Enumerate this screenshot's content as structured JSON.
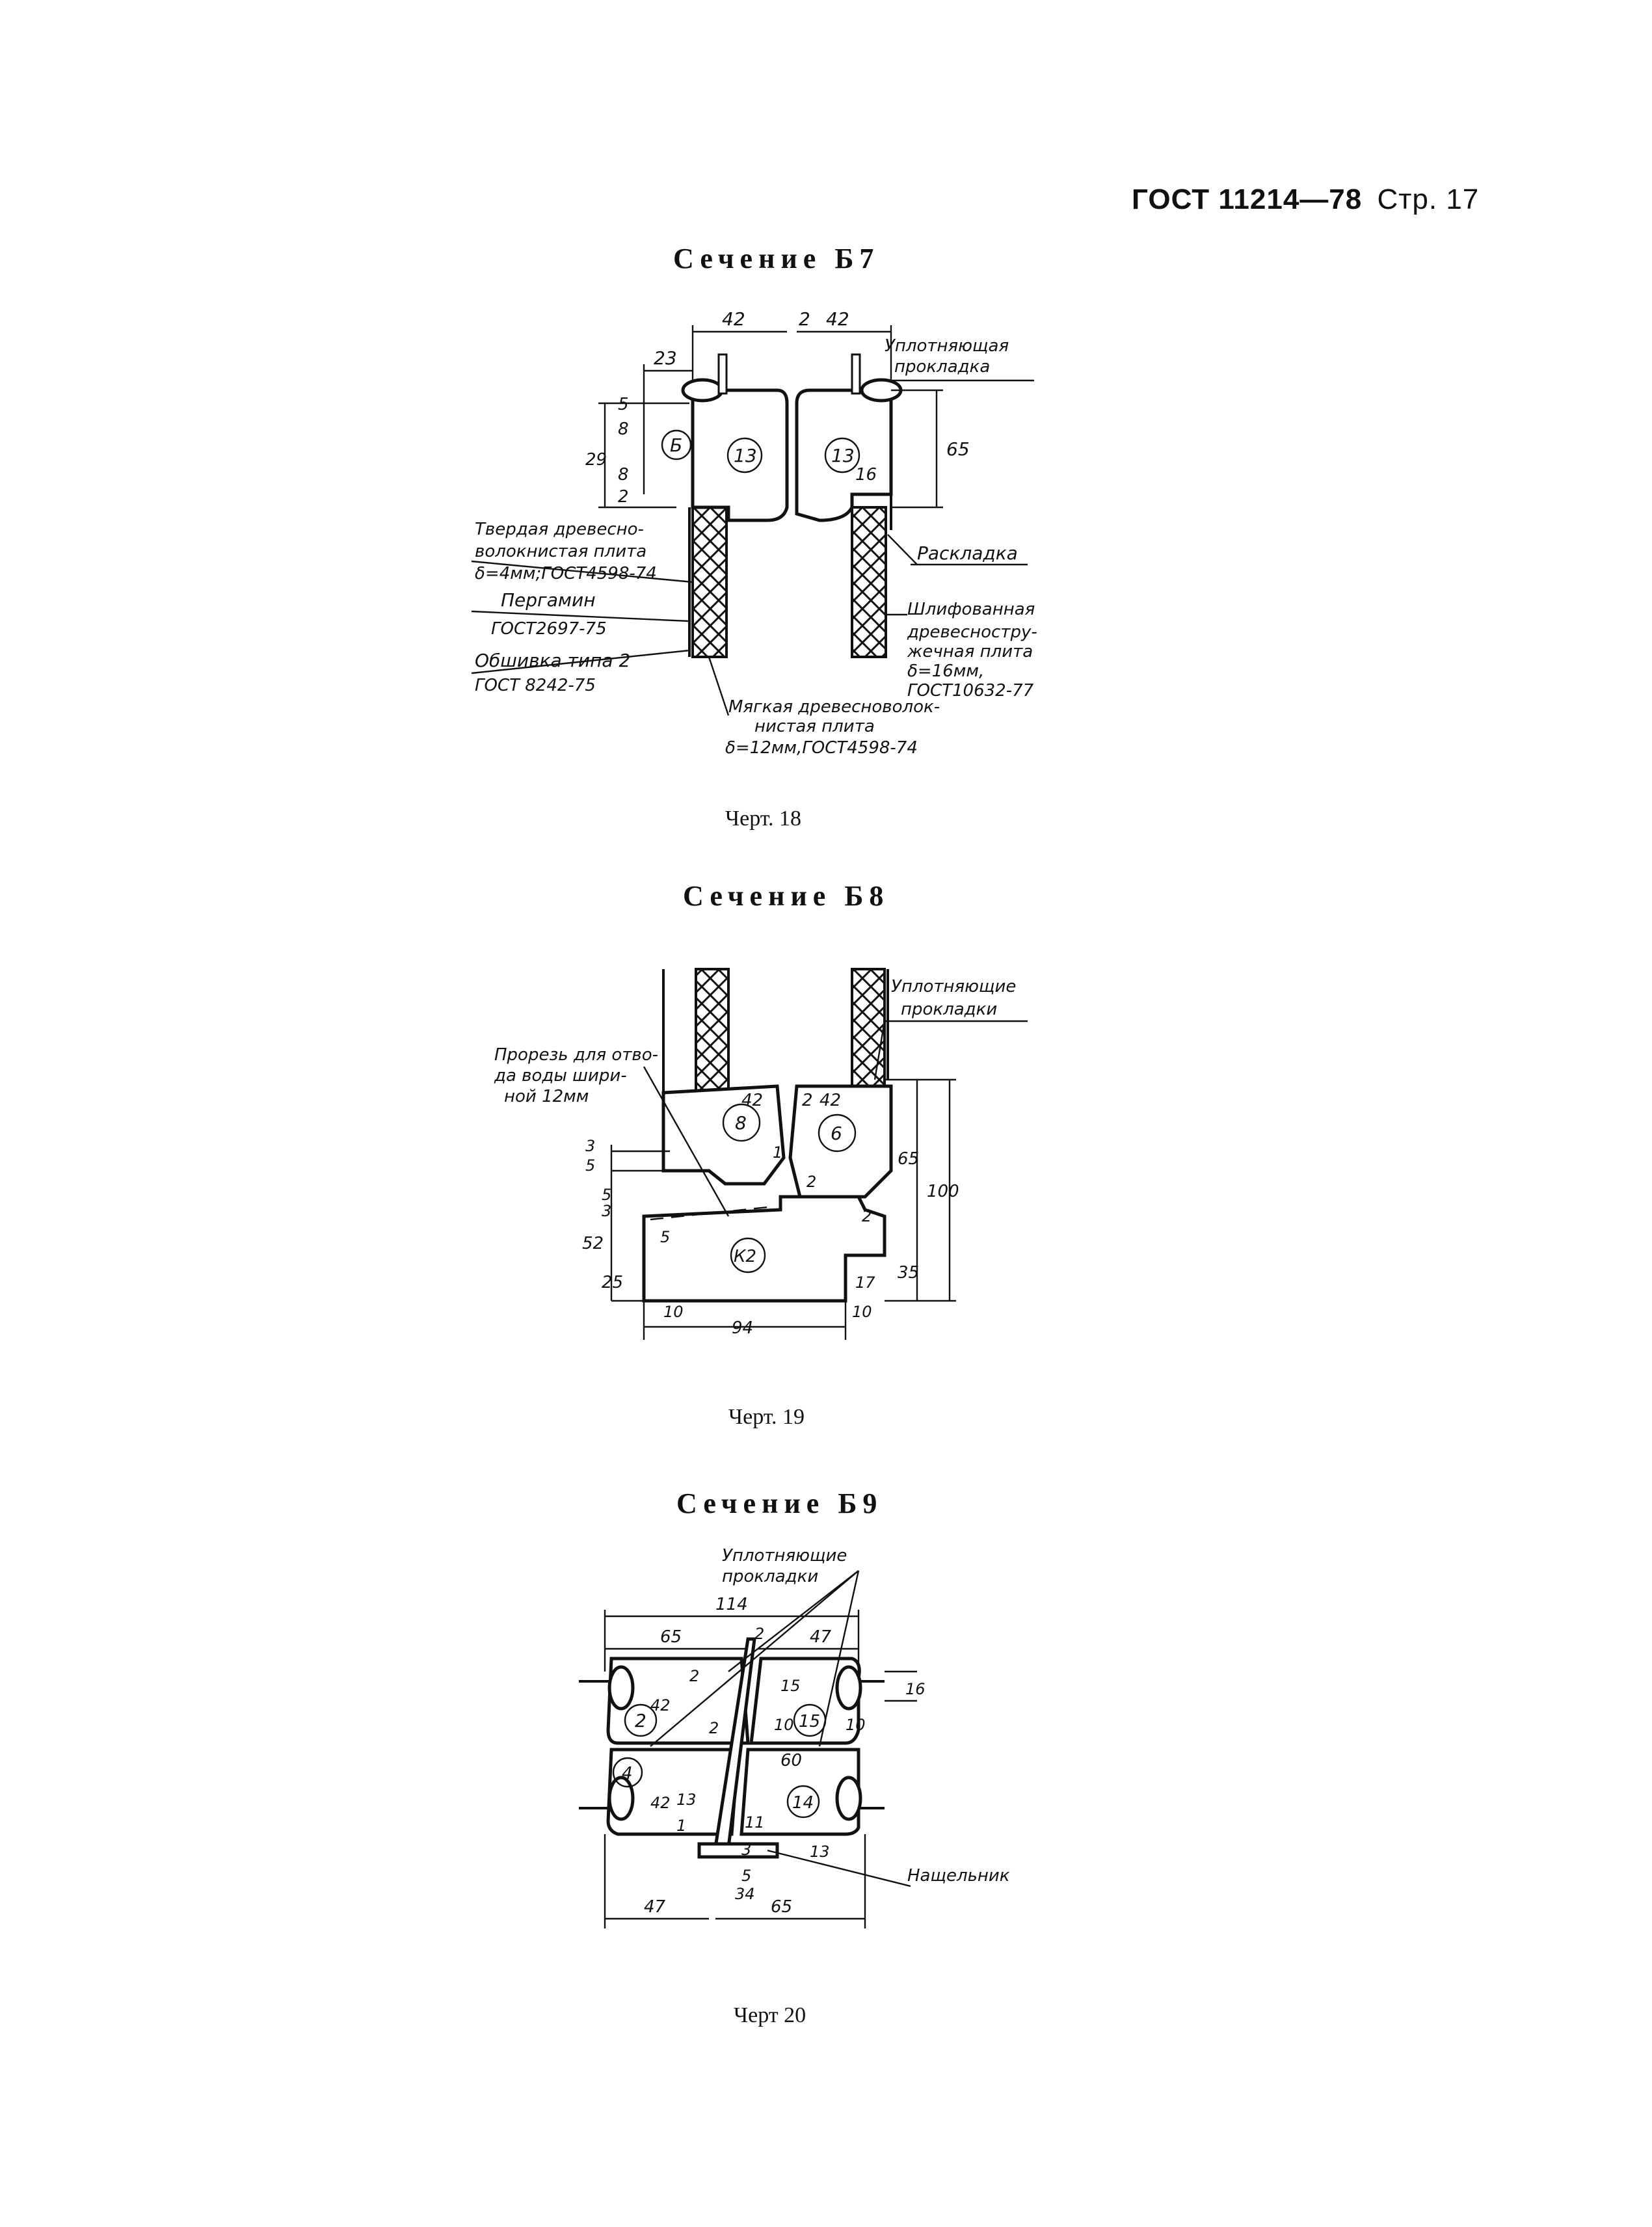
{
  "header": {
    "gost": "ГОСТ 11214—78",
    "page": "Стр. 17"
  },
  "fig18": {
    "title": "Сечение Б7",
    "caption": "Черт. 18",
    "dims": [
      "42",
      "2",
      "42",
      "23",
      "5",
      "8",
      "29",
      "8",
      "2",
      "16",
      "65"
    ],
    "markers": [
      "Б",
      "13",
      "13"
    ],
    "labels": {
      "seal": [
        "Уплотняющая",
        "прокладка"
      ],
      "hardboard": [
        "Твердая древесно-",
        "волокнистая плита",
        "δ=4мм;ГОСТ4598-74"
      ],
      "pergamin": [
        "Пергамин",
        "ГОСТ2697-75"
      ],
      "cladding": [
        "Обшивка типа 2",
        "ГОСТ 8242-75"
      ],
      "batten": [
        "Раскладка"
      ],
      "chipboard": [
        "Шлифованная",
        "древесностру-",
        "жечная плита",
        "δ=16мм,",
        "ГОСТ10632-77"
      ],
      "softboard": [
        "Мягкая древесноволок-",
        "нистая плита",
        "δ=12мм,ГОСТ4598-74"
      ]
    }
  },
  "fig19": {
    "title": "Сечение Б8",
    "caption": "Черт. 19",
    "dims": [
      "42",
      "2",
      "42",
      "1",
      "2",
      "2",
      "5",
      "3",
      "5",
      "3",
      "52",
      "25",
      "5",
      "65",
      "100",
      "35",
      "17",
      "10",
      "10",
      "94"
    ],
    "markers": [
      "8",
      "6",
      "К2"
    ],
    "labels": {
      "seal": [
        "Уплотняющие",
        "прокладки"
      ],
      "slot": [
        "Прорезь для отво-",
        "да воды шири-",
        "ной 12мм"
      ]
    }
  },
  "fig20": {
    "title": "Сечение Б9",
    "caption": "Черт 20",
    "dims": [
      "114",
      "65",
      "2",
      "47",
      "16",
      "2",
      "15",
      "42",
      "10",
      "10",
      "2",
      "60",
      "42",
      "13",
      "11",
      "1",
      "3",
      "13",
      "5",
      "34",
      "47",
      "65"
    ],
    "markers": [
      "2",
      "15",
      "4",
      "14"
    ],
    "labels": {
      "seal": [
        "Уплотняющие",
        "прокладки"
      ],
      "strike": [
        "Нащельник"
      ]
    }
  }
}
